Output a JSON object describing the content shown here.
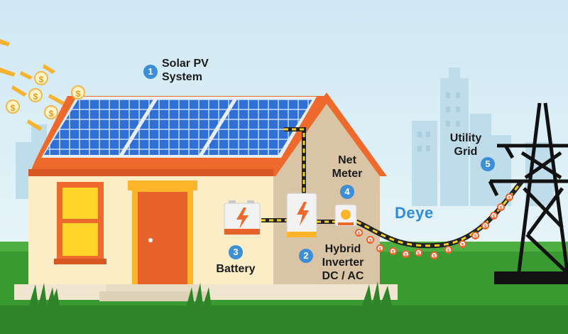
{
  "diagram": {
    "components": [
      {
        "number": "1",
        "label": "Solar PV\nSystem"
      },
      {
        "number": "2",
        "label": "Hybrid\nInverter\nDC / AC"
      },
      {
        "number": "3",
        "label": "Battery"
      },
      {
        "number": "4",
        "label": "Net\nMeter"
      },
      {
        "number": "5",
        "label": "Utility\nGrid"
      }
    ],
    "brand": "Deye",
    "coin_symbol": "$"
  },
  "colors": {
    "sky": "#dceff6",
    "grass": "#3a9a32",
    "roof": "#ee6a2c",
    "wall": "#fbeec7",
    "side_wall": "#d9c4a5",
    "panel": "#2f6fd6",
    "door": "#e8632b",
    "window": "#ffd52a",
    "badge": "#3b8fd6",
    "brand": "#2f8bdc",
    "cable_yellow": "#f4d21a"
  },
  "icons": [
    "lightning-icon",
    "coin-icon",
    "transmission-tower-icon",
    "sun-ray-icon",
    "grass-tuft-icon"
  ]
}
